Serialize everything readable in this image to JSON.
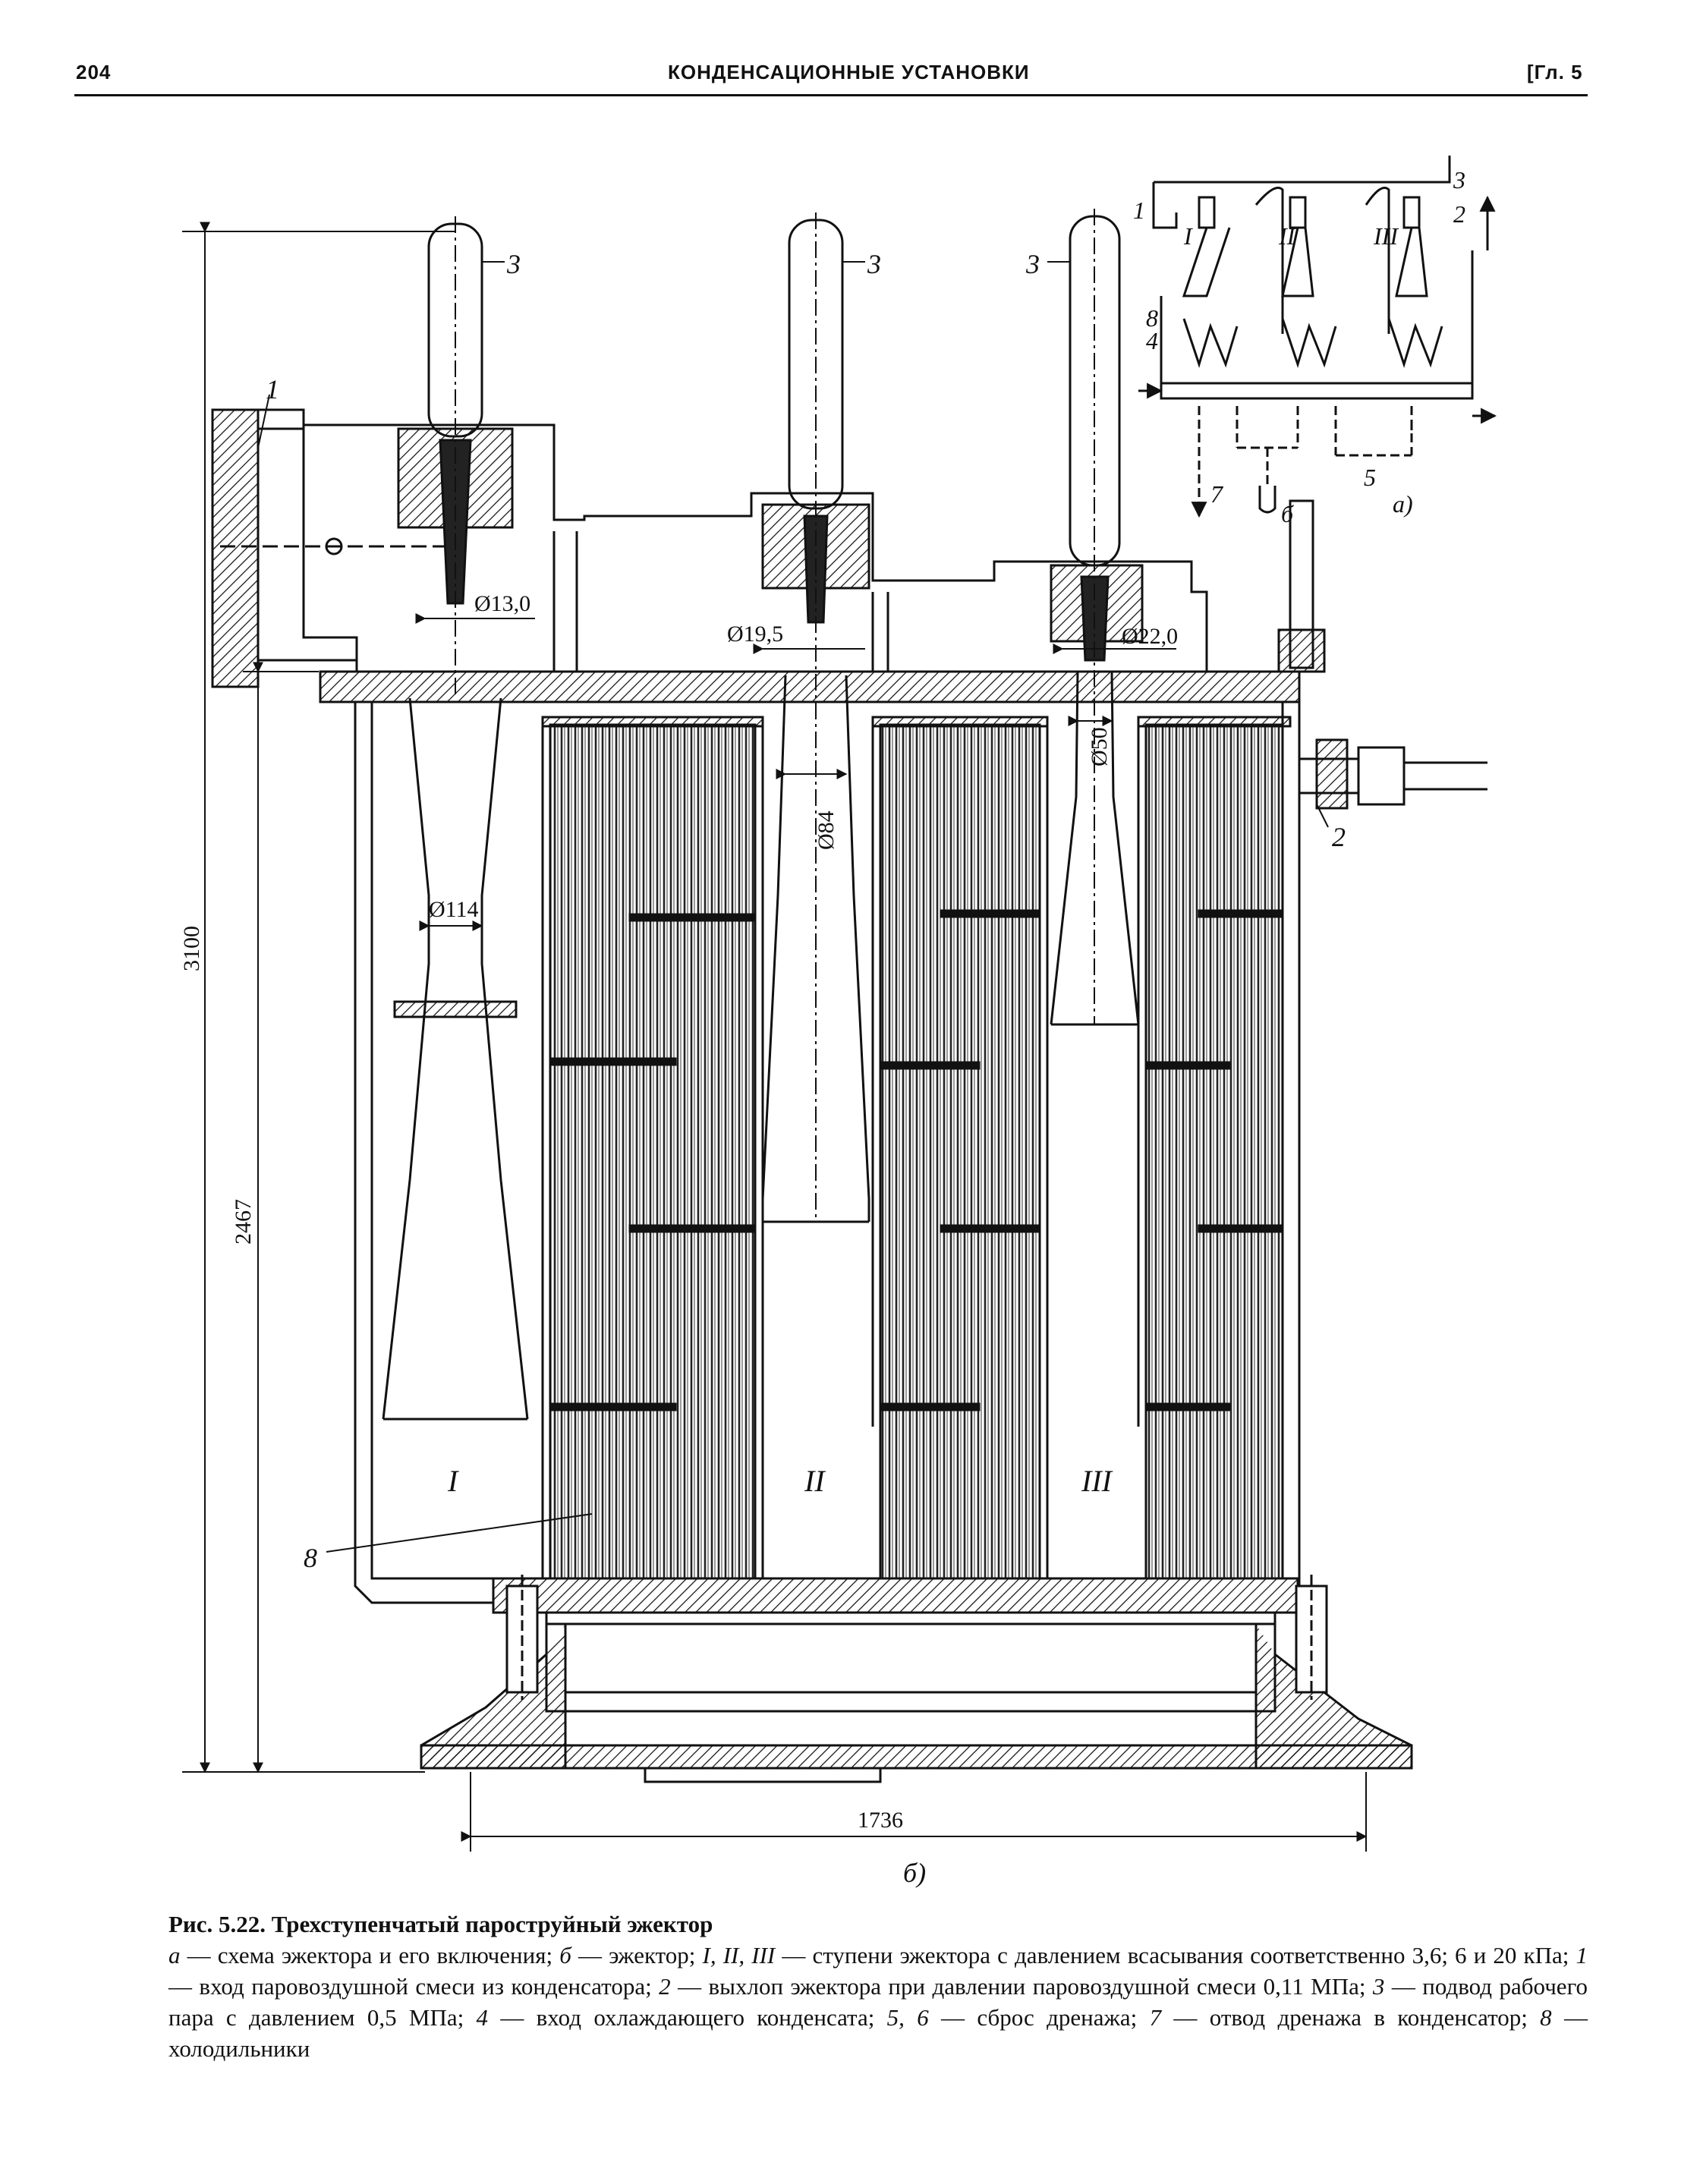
{
  "header": {
    "page_number": "204",
    "running_title": "КОНДЕНСАЦИОННЫЕ УСТАНОВКИ",
    "chapter": "[Гл. 5"
  },
  "figure": {
    "scheme_label": "а)",
    "main_label": "б)",
    "stages": [
      "I",
      "II",
      "III"
    ],
    "callouts": {
      "c1": "1",
      "c2": "2",
      "c3": "3",
      "c4": "4",
      "c5": "5",
      "c6": "б",
      "c7": "7",
      "c8": "8"
    },
    "dimensions": {
      "d_nozzle_1": "Ø13,0",
      "d_nozzle_2": "Ø19,5",
      "d_nozzle_3": "Ø22,0",
      "d_throat_1": "Ø114",
      "d_throat_2": "Ø84",
      "d_throat_3": "Ø50",
      "overall_height": "3100",
      "inner_height": "2467",
      "overall_width": "1736"
    }
  },
  "caption": {
    "title": "Рис. 5.22. Трехступенчатый пароструйный эжектор",
    "segments": [
      {
        "t": "а",
        "i": true
      },
      {
        "t": " — схема эжектора и его включения; ",
        "i": false
      },
      {
        "t": "б",
        "i": true
      },
      {
        "t": " — эжектор; ",
        "i": false
      },
      {
        "t": "I, II, III",
        "i": true
      },
      {
        "t": " — ступени эжектора с давлением всасывания соответственно 3,6; 6 и 20 кПа; ",
        "i": false
      },
      {
        "t": "1",
        "i": true
      },
      {
        "t": " — вход паровоздушной смеси из конденсатора; ",
        "i": false
      },
      {
        "t": "2",
        "i": true
      },
      {
        "t": " — выхлоп эжектора при давлении паровоздушной смеси 0,11 МПа; ",
        "i": false
      },
      {
        "t": "3",
        "i": true
      },
      {
        "t": " — подвод рабочего пара с давлением 0,5 МПа; ",
        "i": false
      },
      {
        "t": "4",
        "i": true
      },
      {
        "t": " — вход охлаждающего конденсата; ",
        "i": false
      },
      {
        "t": "5, 6",
        "i": true
      },
      {
        "t": " — сброс дренажа; ",
        "i": false
      },
      {
        "t": "7",
        "i": true
      },
      {
        "t": " — отвод дренажа в конденсатор; ",
        "i": false
      },
      {
        "t": "8",
        "i": true
      },
      {
        "t": " — холодильники",
        "i": false
      }
    ]
  }
}
